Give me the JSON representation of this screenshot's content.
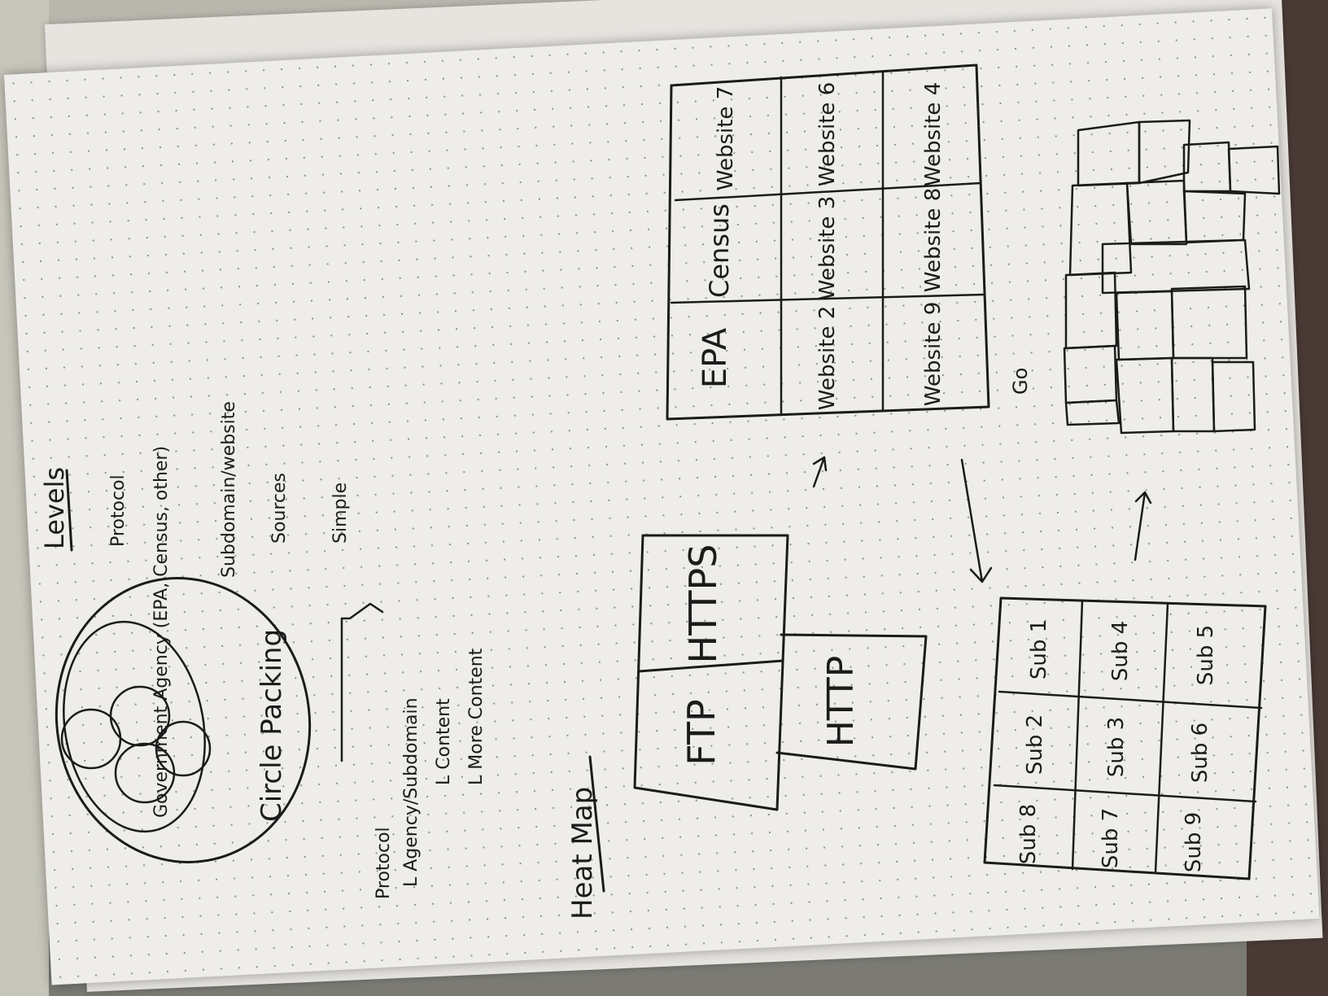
{
  "notes": {
    "circle_packing": "Circle Packing",
    "levels_title": "Levels",
    "levels": [
      "Protocol",
      "Government Agency (EPA, Census, other)",
      "Subdomain/website",
      "Sources"
    ],
    "simple": "Simple",
    "hierarchy": [
      "Protocol",
      "L Agency/Subdomain",
      "L Content",
      "L More Content"
    ],
    "heat_map": "Heat Map"
  },
  "protocols": [
    "FTP",
    "HTTPS",
    "HTTP"
  ],
  "agencies": [
    "EPA",
    "Census",
    "Website 7",
    "Website 2",
    "Website 3",
    "Website 6",
    "Website 9",
    "Website 8",
    "Website 4"
  ],
  "subdomains": [
    "Sub 1",
    "Sub 2",
    "Sub 8",
    "Sub 4",
    "Sub 3",
    "Sub 7",
    "Sub 5",
    "Sub 6",
    "Sub 9"
  ],
  "marks": {
    "go": "Go"
  }
}
